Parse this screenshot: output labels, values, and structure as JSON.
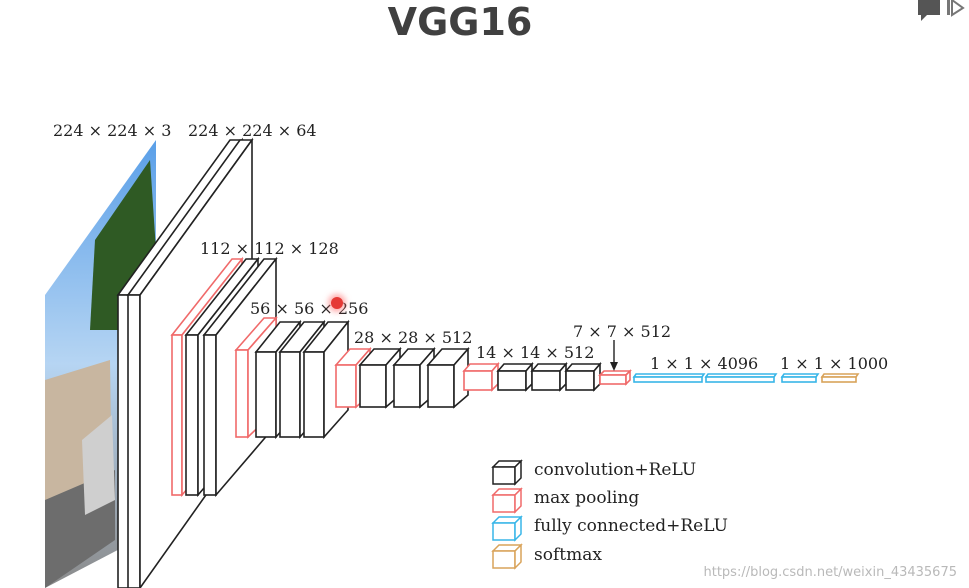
{
  "header": {
    "title": "VGG16"
  },
  "icons": {
    "corner": "comment-icon"
  },
  "diagram": {
    "labels": {
      "input": "224 × 224 × 3",
      "conv1": "224 × 224 × 64",
      "conv2": "112 × 112 × 128",
      "conv3": "56 × 56 × 256",
      "conv4": "28 × 28 × 512",
      "conv5": "14 × 14 × 512",
      "pool5": "7 × 7 × 512",
      "fc": "1 × 1 × 4096",
      "softmax": "1 × 1 × 1000"
    },
    "legend": [
      {
        "label": "convolution+ReLU",
        "color": "#222222"
      },
      {
        "label": "max pooling",
        "color": "#f06a6a"
      },
      {
        "label": "fully connected+ReLU",
        "color": "#38b6e8"
      },
      {
        "label": "softmax",
        "color": "#d9a35a"
      }
    ]
  },
  "watermark": "https://blog.csdn.net/weixin_43435675"
}
